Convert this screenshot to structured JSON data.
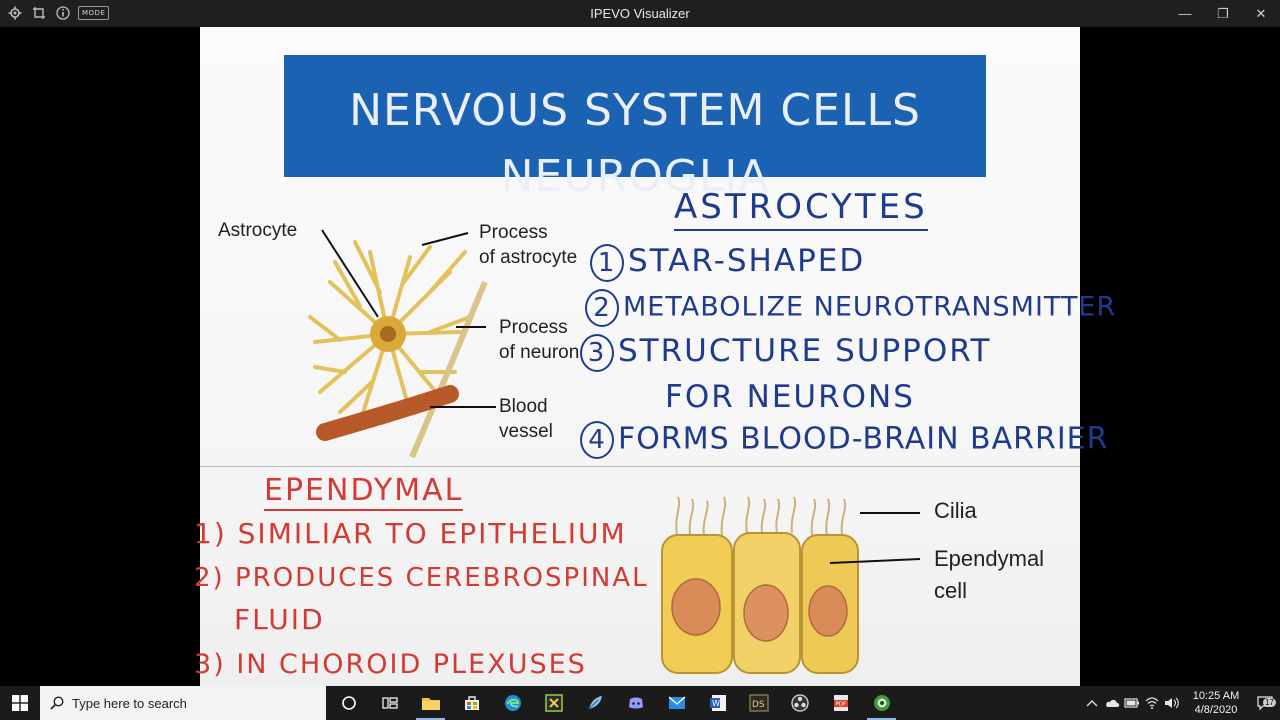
{
  "window": {
    "title": "IPEVO Visualizer",
    "mode_badge": "MODE",
    "controls": {
      "minimize": "—",
      "restore": "❐",
      "close": "✕"
    }
  },
  "slide": {
    "title_line1": "NERVOUS SYSTEM CELLS",
    "title_line2": "NEUROGLIA",
    "astro_labels": {
      "astrocyte": "Astrocyte",
      "process_astro_1": "Process",
      "process_astro_2": "of astrocyte",
      "process_neuron_1": "Process",
      "process_neuron_2": "of neuron",
      "blood_1": "Blood",
      "blood_2": "vessel"
    },
    "astrocytes_heading": "ASTROCYTES",
    "astro_points": [
      {
        "num": "1",
        "text": "STAR-SHAPED"
      },
      {
        "num": "2",
        "text": "METABOLIZE NEUROTRANSMITTER"
      },
      {
        "num": "3",
        "text": "STRUCTURE SUPPORT"
      },
      {
        "num": "",
        "text": "FOR NEURONS"
      },
      {
        "num": "4",
        "text": "FORMS BLOOD-BRAIN BARRIER"
      }
    ],
    "ependymal_heading": "EPENDYMAL",
    "ependymal_points": [
      {
        "num": "1",
        "text": "SIMILIAR TO EPITHELIUM"
      },
      {
        "num": "2",
        "text": "PRODUCES CEREBROSPINAL"
      },
      {
        "num": "",
        "text": "FLUID"
      },
      {
        "num": "3",
        "text": "IN CHOROID PLEXUSES"
      }
    ],
    "ependymal_labels": {
      "cilia": "Cilia",
      "ependymal_1": "Ependymal",
      "ependymal_2": "cell"
    }
  },
  "taskbar": {
    "search_placeholder": "Type here to search",
    "apps": [
      "cortana-icon",
      "task-view-icon",
      "file-explorer-icon",
      "store-icon",
      "edge-icon",
      "app-icon",
      "feather-icon",
      "discord-icon",
      "mail-icon",
      "word-icon",
      "ds-icon",
      "obs-icon",
      "pdf-icon",
      "ipevo-icon"
    ],
    "clock_time": "10:25 AM",
    "clock_date": "4/8/2020",
    "notification_count": "17"
  },
  "colors": {
    "title_band": "#1b63b2",
    "marker_blue": "#1f3b8c",
    "marker_red": "#d23b33",
    "taskbar": "#1b1b1b"
  }
}
